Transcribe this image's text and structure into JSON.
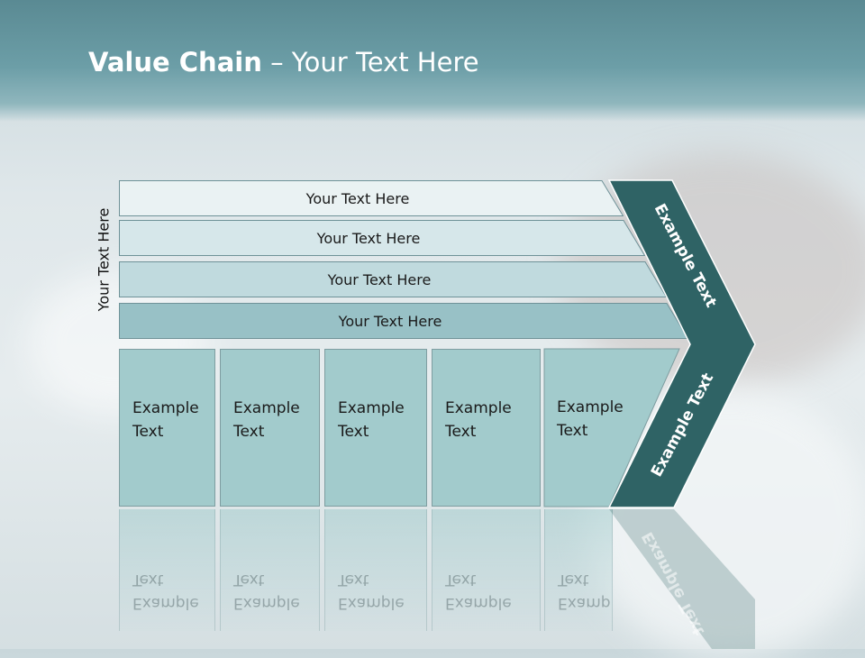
{
  "title": {
    "bold": "Value Chain",
    "rest": " – Your Text Here"
  },
  "side_label": "Your Text Here",
  "bands": [
    {
      "label": "Your Text Here",
      "color": "#eaf2f3"
    },
    {
      "label": "Your Text Here",
      "color": "#d6e7ea"
    },
    {
      "label": "Your Text Here",
      "color": "#c0dade"
    },
    {
      "label": "Your Text Here",
      "color": "#98c1c6"
    }
  ],
  "boxes": [
    {
      "line1": "Example",
      "line2": "Text"
    },
    {
      "line1": "Example",
      "line2": "Text"
    },
    {
      "line1": "Example",
      "line2": "Text"
    },
    {
      "line1": "Example",
      "line2": "Text"
    },
    {
      "line1": "Example",
      "line2": "Text"
    }
  ],
  "chevron": {
    "upper": "Example Text",
    "lower": "Example Text",
    "color": "#2f6365"
  }
}
